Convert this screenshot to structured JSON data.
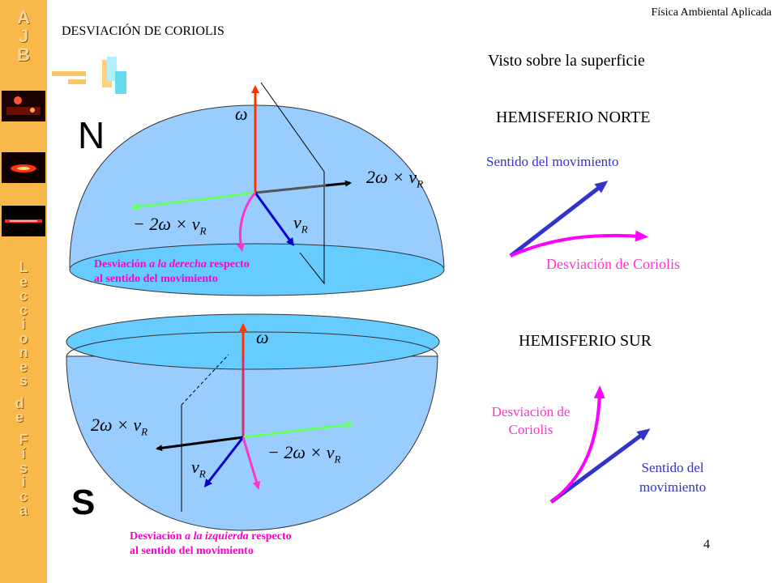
{
  "sidebar": {
    "logo_letters": [
      "A",
      "J",
      "B"
    ],
    "vertical_title_letters": [
      "L",
      "e",
      "c",
      "c",
      "i",
      "o",
      "n",
      "e",
      "s",
      "",
      "d",
      "e",
      "",
      "F",
      "í",
      "s",
      "i",
      "c",
      "a"
    ]
  },
  "header": {
    "title": "DESVIACIÓN DE CORIOLIS",
    "course": "Física Ambiental Aplicada"
  },
  "subtitle": "Visto sobre la superficie",
  "north": {
    "letter": "N",
    "hemisphere_label": "HEMISFERIO NORTE",
    "motion_label": "Sentido del movimiento",
    "coriolis_label": "Desviación de Coriolis",
    "note_prefix": "Desviación ",
    "note_em": "a la derecha",
    "note_suffix": " respecto",
    "note_line2": "al sentido del movimiento",
    "omega": "ω",
    "cross_term": "2ω × v",
    "neg_cross_term": "− 2ω × v",
    "velocity": "v",
    "subscript": "R"
  },
  "south": {
    "letter": "S",
    "hemisphere_label": "HEMISFERIO SUR",
    "coriolis_label": "Desviación de Coriolis",
    "motion_label": "Sentido del movimiento",
    "note_prefix": "Desviación ",
    "note_em": "a la izquierda",
    "note_suffix": " respecto",
    "note_line2": "al sentido del movimiento",
    "omega": "ω",
    "cross_term": "2ω × v",
    "neg_cross_term": "− 2ω × v",
    "velocity": "v",
    "subscript": "R"
  },
  "page_number": "4",
  "colors": {
    "sidebar": "#f9b94a",
    "sphere_fill": "#99ccff",
    "sphere_cap": "#66ccff",
    "omega_vector": "#ff3300",
    "coriolis_green": "#66ff66",
    "velocity_blue": "#0000cc",
    "deflection_magenta": "#ff33cc",
    "motion_arrow": "#3333cc"
  }
}
